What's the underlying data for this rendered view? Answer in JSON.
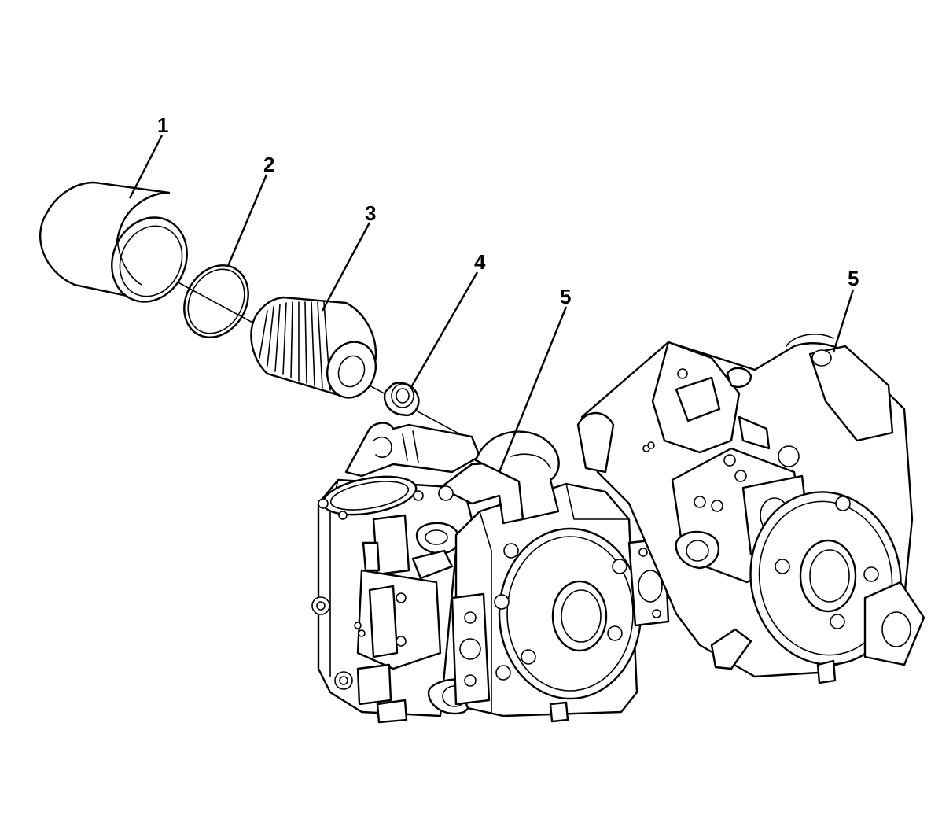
{
  "callouts": {
    "c1": "1",
    "c2": "2",
    "c3": "3",
    "c4": "4",
    "c5a": "5",
    "c5b": "5"
  },
  "parts": [
    {
      "number": "1",
      "icon": "filter-bowl-icon"
    },
    {
      "number": "2",
      "icon": "o-ring-icon"
    },
    {
      "number": "3",
      "icon": "filter-element-icon"
    },
    {
      "number": "4",
      "icon": "filter-seal-icon"
    },
    {
      "number": "5",
      "icon": "hydraulic-pump-icon"
    }
  ],
  "colors": {
    "line": "#000000",
    "background": "#ffffff"
  }
}
